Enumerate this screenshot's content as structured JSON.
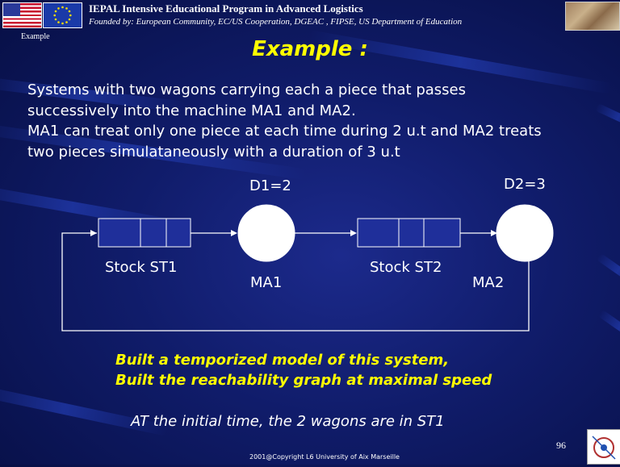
{
  "header": {
    "title": "IEPAL Intensive Educational Program in Advanced Logistics",
    "subtitle": "Founded by: European Community, EC/US Cooperation, DGEAC , FIPSE, US Department of Education"
  },
  "side_label": "Example",
  "slide": {
    "title": "Example :",
    "body_lines": [
      "Systems with two wagons carrying each a piece that passes",
      "successively into the machine MA1 and MA2.",
      "MA1 can treat only one piece at each time during 2 u.t and MA2 treats",
      "two pieces simulataneously with a duration of 3 u.t"
    ]
  },
  "diagram": {
    "d1": "D1=2",
    "d2": "D2=3",
    "stock1": "Stock ST1",
    "stock2": "Stock ST2",
    "ma1": "MA1",
    "ma2": "MA2"
  },
  "tasks": [
    "Built a temporized model of this system,",
    "Built the reachability graph at maximal speed"
  ],
  "note": "AT the initial time, the 2 wagons are in  ST1",
  "footer": {
    "page_number": "96",
    "copyright": "2001@Copyright  L6 University of Aix Marseille"
  },
  "colors": {
    "accent": "#ffff00",
    "background": "#101c6a"
  }
}
